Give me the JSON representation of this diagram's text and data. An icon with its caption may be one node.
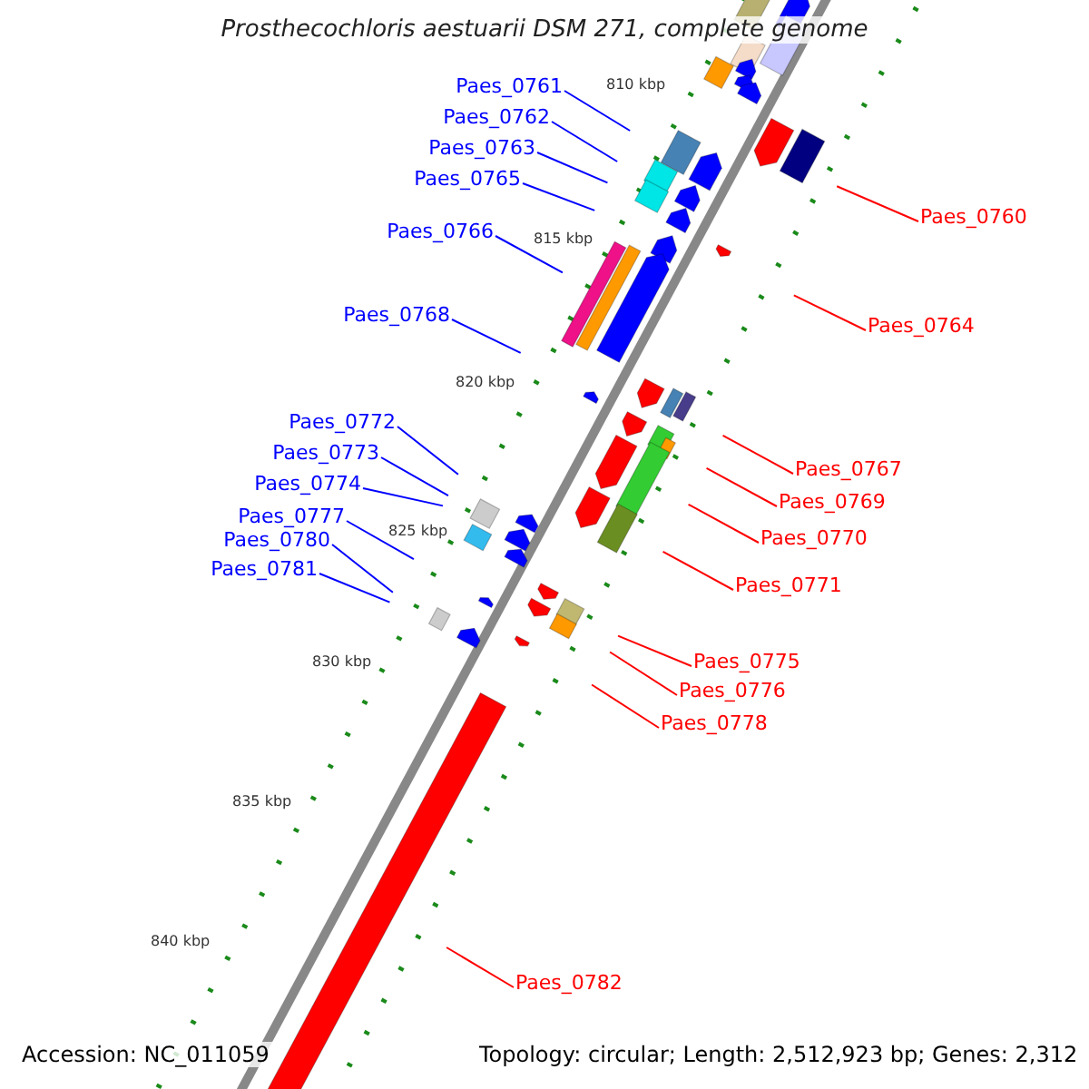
{
  "diagram": {
    "title": "Prosthecochloris aestuarii DSM 271, complete genome",
    "nodes": [
      {
        "text": [
          "Paes_0761"
        ]
      },
      {
        "text": [
          "Paes_0762"
        ]
      },
      {
        "text": [
          "Paes_0763"
        ]
      },
      {
        "text": [
          "Paes_0765"
        ]
      },
      {
        "text": [
          "Paes_0766"
        ]
      },
      {
        "text": [
          "Paes_0768"
        ]
      },
      {
        "text": [
          "Paes_0772"
        ]
      },
      {
        "text": [
          "Paes_0773"
        ]
      },
      {
        "text": [
          "Paes_0774"
        ]
      },
      {
        "text": [
          "Paes_0777"
        ]
      },
      {
        "text": [
          "Paes_0780"
        ]
      },
      {
        "text": [
          "Paes_0781"
        ]
      },
      {
        "text": [
          "Paes_0760"
        ]
      },
      {
        "text": [
          "Paes_0764"
        ]
      },
      {
        "text": [
          "Paes_0767"
        ]
      },
      {
        "text": [
          "Paes_0769"
        ]
      },
      {
        "text": [
          "Paes_0770"
        ]
      },
      {
        "text": [
          "Paes_0771"
        ]
      },
      {
        "text": [
          "Paes_0775"
        ]
      },
      {
        "text": [
          "Paes_0776"
        ]
      },
      {
        "text": [
          "Paes_0778"
        ]
      },
      {
        "text": [
          "Paes_0782"
        ]
      }
    ],
    "edges": [
      {
        "from": 0,
        "to": null,
        "arrow": "none"
      },
      {
        "from": 1,
        "to": null,
        "arrow": "none"
      },
      {
        "from": 2,
        "to": null,
        "arrow": "none"
      },
      {
        "from": 3,
        "to": null,
        "arrow": "none"
      },
      {
        "from": 4,
        "to": null,
        "arrow": "none"
      },
      {
        "from": 5,
        "to": null,
        "arrow": "none"
      },
      {
        "from": 6,
        "to": null,
        "arrow": "none"
      },
      {
        "from": 7,
        "to": null,
        "arrow": "none"
      },
      {
        "from": 8,
        "to": null,
        "arrow": "none"
      },
      {
        "from": 9,
        "to": null,
        "arrow": "none"
      },
      {
        "from": 10,
        "to": null,
        "arrow": "none"
      },
      {
        "from": 11,
        "to": null,
        "arrow": "none"
      },
      {
        "from": 12,
        "to": null,
        "arrow": "none",
        "color": "#ff0000"
      },
      {
        "from": 13,
        "to": null,
        "arrow": "none",
        "color": "#ff0000"
      },
      {
        "from": 14,
        "to": null,
        "arrow": "none",
        "color": "#ff0000"
      },
      {
        "from": 15,
        "to": null,
        "arrow": "none",
        "color": "#ff0000"
      },
      {
        "from": 16,
        "to": null,
        "arrow": "none",
        "color": "#ff0000"
      },
      {
        "from": 17,
        "to": null,
        "arrow": "none",
        "color": "#ff0000"
      },
      {
        "from": 18,
        "to": null,
        "arrow": "none",
        "color": "#ff0000"
      },
      {
        "from": 19,
        "to": null,
        "arrow": "none",
        "color": "#ff0000"
      },
      {
        "from": 20,
        "to": null,
        "arrow": "none",
        "color": "#ff0000"
      },
      {
        "from": 21,
        "to": null,
        "arrow": "none",
        "color": "#ff0000"
      }
    ],
    "labels": [
      "810 kbp",
      "815 kbp",
      "820 kbp",
      "825 kbp",
      "830 kbp",
      "835 kbp",
      "840 kbp",
      "Accession: NC_011059",
      "Topology: circular; Length: 2,512,923 bp; Genes: 2,312"
    ]
  }
}
